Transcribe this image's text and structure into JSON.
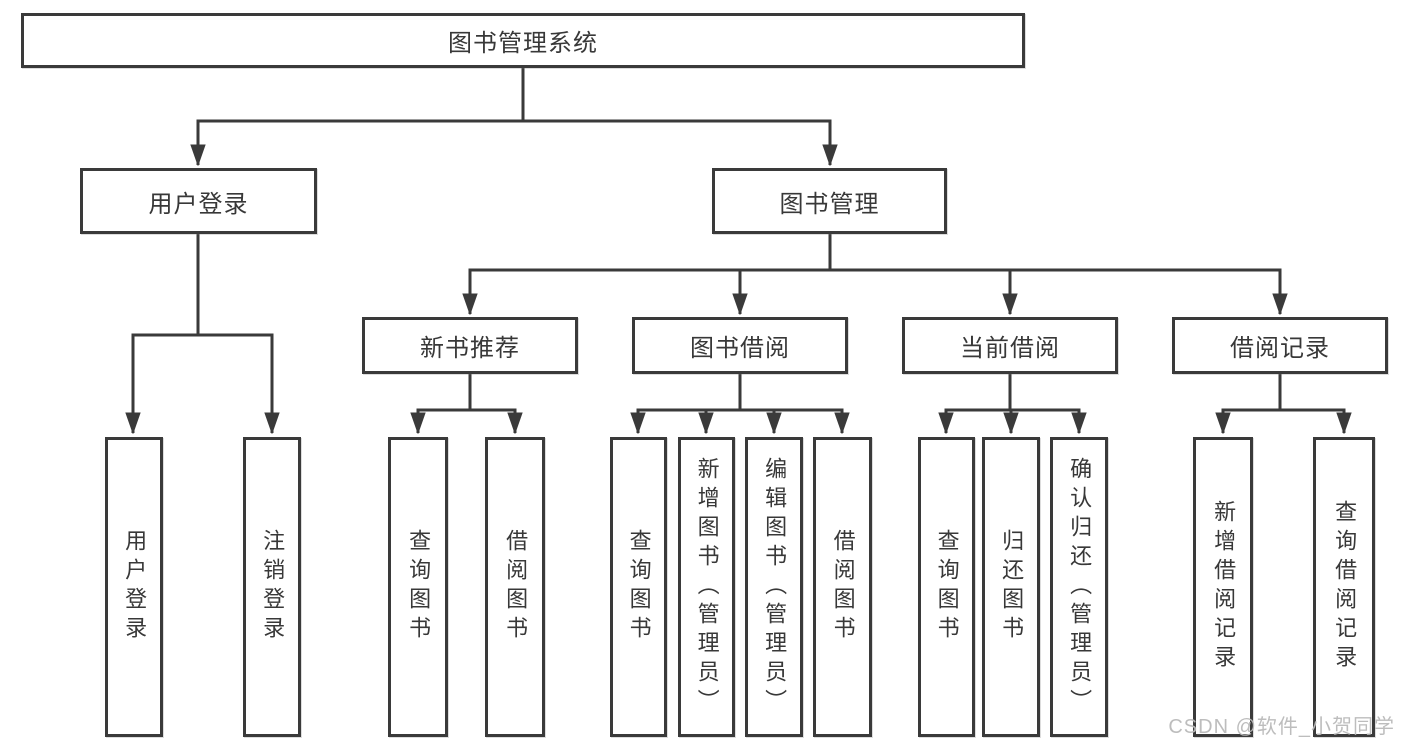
{
  "diagram_type": "hierarchy-tree",
  "colors": {
    "line": "#3a3a3a",
    "box_border": "#3a3a3a",
    "text": "#383838",
    "background": "#ffffff",
    "watermark": "#b9b9b9"
  },
  "tree": {
    "label": "图书管理系统",
    "children": [
      {
        "label": "用户登录",
        "children": [
          {
            "label": "用户登录"
          },
          {
            "label": "注销登录"
          }
        ]
      },
      {
        "label": "图书管理",
        "children": [
          {
            "label": "新书推荐",
            "children": [
              {
                "label": "查询图书"
              },
              {
                "label": "借阅图书"
              }
            ]
          },
          {
            "label": "图书借阅",
            "children": [
              {
                "label": "查询图书"
              },
              {
                "label": "新增图书（管理员）"
              },
              {
                "label": "编辑图书（管理员）"
              },
              {
                "label": "借阅图书"
              }
            ]
          },
          {
            "label": "当前借阅",
            "children": [
              {
                "label": "查询图书"
              },
              {
                "label": "归还图书"
              },
              {
                "label": "确认归还（管理员）"
              }
            ]
          },
          {
            "label": "借阅记录",
            "children": [
              {
                "label": "新增借阅记录"
              },
              {
                "label": "查询借阅记录"
              }
            ]
          }
        ]
      }
    ]
  },
  "watermark": {
    "text": "CSDN @软件_小贺同学"
  }
}
